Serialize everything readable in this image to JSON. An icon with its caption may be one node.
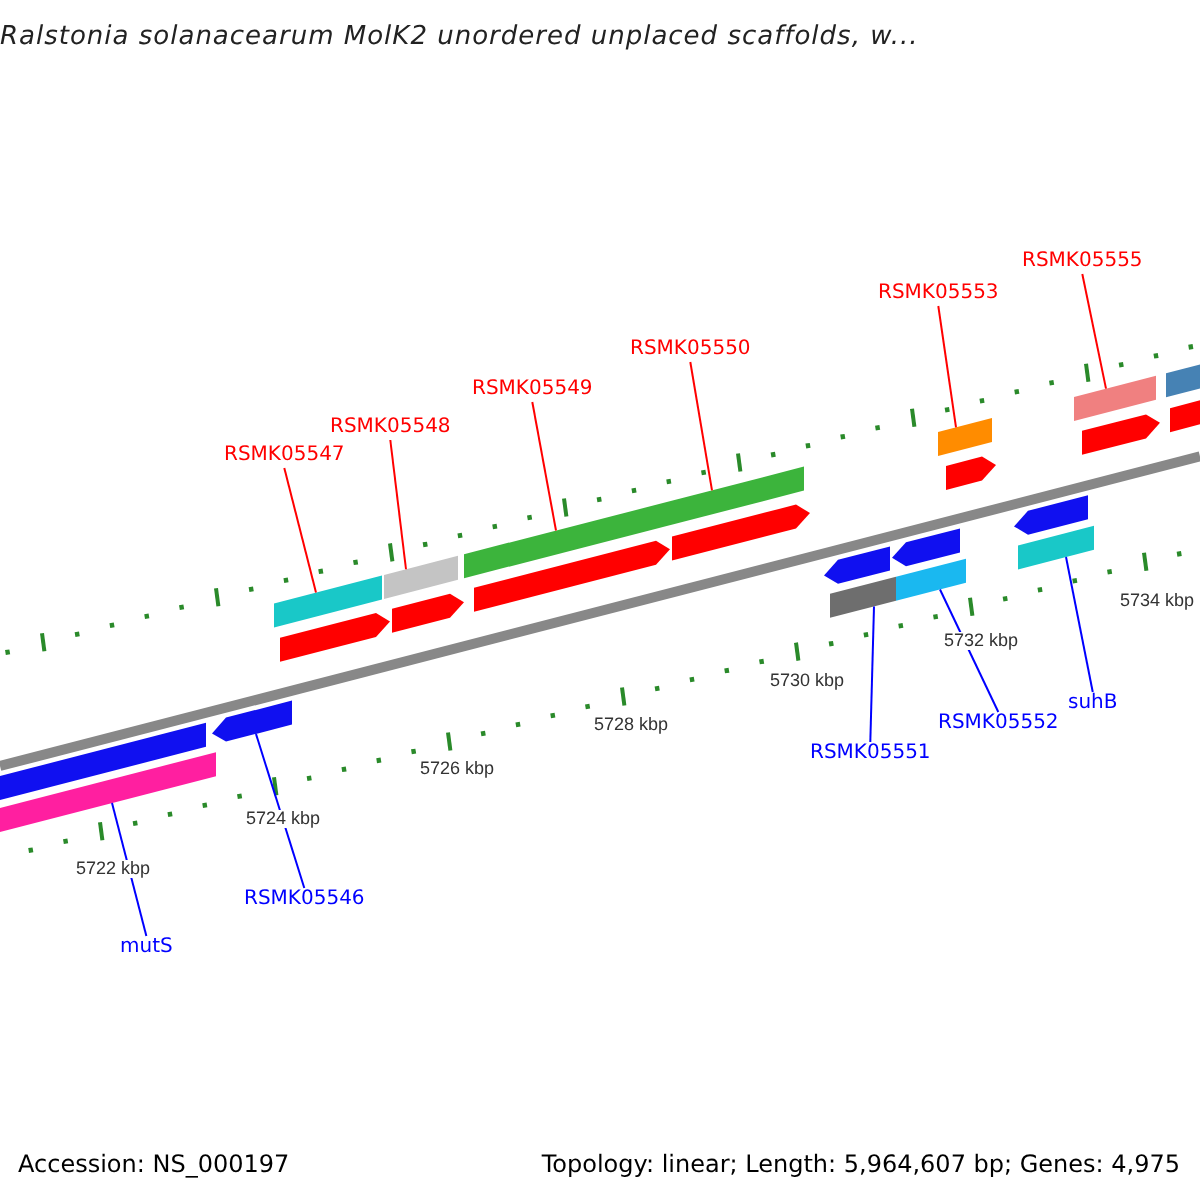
{
  "diagram": {
    "title": "Ralstonia solanacearum MolK2 unordered unplaced scaffolds, w...",
    "nodes": [
      {
        "text": [
          "RSMK05547"
        ]
      },
      {
        "text": [
          "RSMK05548"
        ]
      },
      {
        "text": [
          "RSMK05549"
        ]
      },
      {
        "text": [
          "RSMK05550"
        ]
      },
      {
        "text": [
          "RSMK05553"
        ]
      },
      {
        "text": [
          "RSMK05555"
        ]
      },
      {
        "text": [
          "mutS"
        ]
      },
      {
        "text": [
          "RSMK05546"
        ]
      },
      {
        "text": [
          "RSMK05551"
        ]
      },
      {
        "text": [
          "RSMK05552"
        ]
      },
      {
        "text": [
          "suhB"
        ]
      },
      {
        "text": [],
        "shape": "bar"
      },
      {
        "text": [],
        "shape": "arrow"
      },
      {
        "text": [],
        "shape": "bar"
      },
      {
        "text": [],
        "shape": "bar"
      },
      {
        "text": [],
        "shape": "bar"
      },
      {
        "text": [],
        "shape": "bar"
      },
      {
        "text": [],
        "shape": "bar"
      },
      {
        "text": [],
        "shape": "bar"
      },
      {
        "text": [],
        "shape": "bar"
      },
      {
        "text": [],
        "shape": "bar"
      },
      {
        "text": [],
        "shape": "bar"
      },
      {
        "text": [],
        "shape": "arrow"
      },
      {
        "text": [],
        "shape": "arrow"
      },
      {
        "text": [],
        "shape": "arrow"
      },
      {
        "text": [],
        "shape": "arrow"
      },
      {
        "text": [],
        "shape": "arrow"
      },
      {
        "text": [],
        "shape": "arrow"
      },
      {
        "text": [],
        "shape": "arrow"
      },
      {
        "text": [],
        "shape": "bar"
      },
      {
        "text": [],
        "shape": "bar"
      },
      {
        "text": [],
        "shape": "arrow"
      },
      {
        "text": [],
        "shape": "arrow"
      },
      {
        "text": [],
        "shape": "arrow"
      }
    ],
    "edges": [
      {
        "from": 0,
        "to": 13,
        "arrow": "none"
      },
      {
        "from": 1,
        "to": 14,
        "arrow": "none"
      },
      {
        "from": 2,
        "to": 15,
        "arrow": "none"
      },
      {
        "from": 3,
        "to": 16,
        "arrow": "none"
      },
      {
        "from": 4,
        "to": 19,
        "arrow": "none"
      },
      {
        "from": 5,
        "to": 21,
        "arrow": "none"
      },
      {
        "from": 6,
        "to": 11,
        "arrow": "none",
        "color": "#0000ff"
      },
      {
        "from": 7,
        "to": 12,
        "arrow": "none",
        "color": "#0000ff"
      },
      {
        "from": 8,
        "to": 17,
        "arrow": "none",
        "color": "#0000ff"
      },
      {
        "from": 9,
        "to": 18,
        "arrow": "none",
        "color": "#0000ff"
      },
      {
        "from": 10,
        "to": 20,
        "arrow": "none",
        "color": "#0000ff"
      }
    ],
    "labels": [
      "5722 kbp",
      "5724 kbp",
      "5726 kbp",
      "5728 kbp",
      "5730 kbp",
      "5732 kbp",
      "5734 kbp",
      "Accession: NS_000197",
      "Topology: linear; Length: 5,964,607 bp; Genes: 4,975"
    ]
  }
}
